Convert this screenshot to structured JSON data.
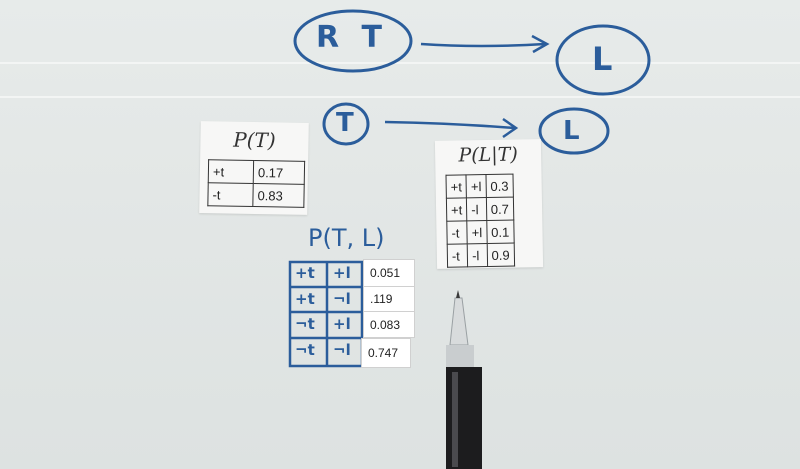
{
  "network_top": {
    "node_a": "R T",
    "node_b": "L"
  },
  "network_mid": {
    "node_a": "T",
    "node_b": "L"
  },
  "card_pt": {
    "title": "P(T)",
    "rows": [
      {
        "t": "+t",
        "p": "0.17"
      },
      {
        "t": "-t",
        "p": "0.83"
      }
    ]
  },
  "card_plt": {
    "title": "P(L|T)",
    "rows": [
      {
        "t": "+t",
        "l": "+l",
        "p": "0.3"
      },
      {
        "t": "+t",
        "l": "-l",
        "p": "0.7"
      },
      {
        "t": "-t",
        "l": "+l",
        "p": "0.1"
      },
      {
        "t": "-t",
        "l": "-l",
        "p": "0.9"
      }
    ]
  },
  "joint": {
    "title": "P(T, L)",
    "rows": [
      {
        "t": "+t",
        "l": "+l",
        "p": "0.051"
      },
      {
        "t": "+t",
        "l": "¬l",
        "p": ".119"
      },
      {
        "t": "¬t",
        "l": "+l",
        "p": "0.083"
      },
      {
        "t": "¬t",
        "l": "¬l",
        "p": "0.747"
      }
    ]
  },
  "colors": {
    "ink": "#2b5d9b",
    "board": "#e3e7e6"
  }
}
